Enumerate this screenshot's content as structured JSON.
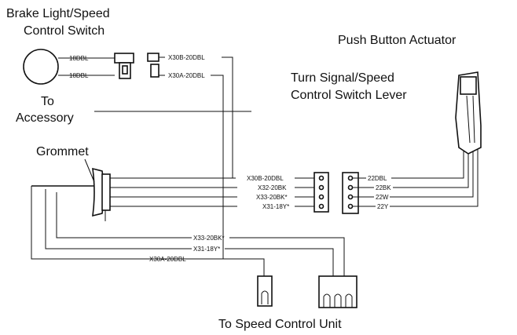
{
  "labels": {
    "brake_switch_line1": "Brake Light/Speed",
    "brake_switch_line2": "Control Switch",
    "push_button": "Push Button Actuator",
    "turn_signal_line1": "Turn Signal/Speed",
    "turn_signal_line2": "Control Switch Lever",
    "to_accessory_line1": "To",
    "to_accessory_line2": "Accessory",
    "grommet": "Grommet",
    "speed_control_unit": "To Speed Control Unit"
  },
  "wires": {
    "sw_top": "18DBL",
    "sw_bottom": "18DBL",
    "x30b_top": "X30B-20DBL",
    "x30a_top": "X30A-20DBL",
    "conn_x30b": "X30B-20DBL",
    "conn_x32": "X32-20BK",
    "conn_x33": "X33-20BK*",
    "conn_x31": "X31-18Y*",
    "lever_22dbl": "22DBL",
    "lever_22bk": "22BK",
    "lever_22w": "22W",
    "lever_22y": "22Y",
    "bottom_x33": "X33-20BK*",
    "bottom_x31": "X31-18Y*",
    "bottom_x30a": "X30A-20DBL"
  }
}
